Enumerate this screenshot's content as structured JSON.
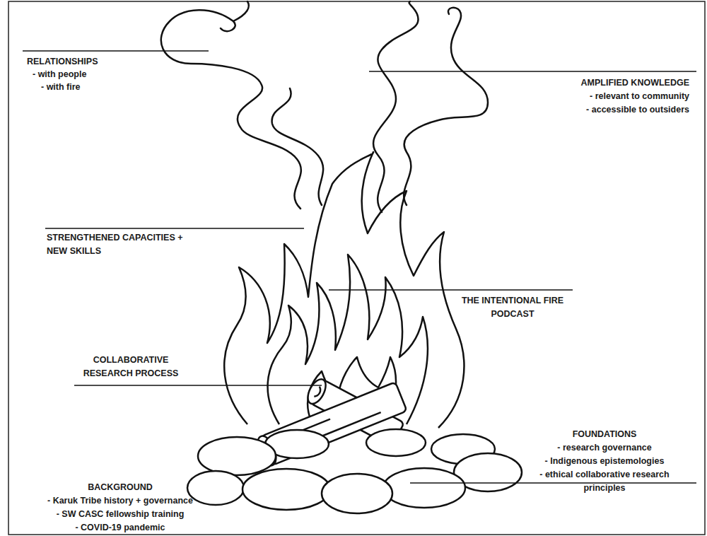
{
  "diagram": {
    "labels": [
      "RELATIONSHIPS",
      "- with people",
      "- with fire",
      "AMPLIFIED KNOWLEDGE",
      "- relevant to community",
      "- accessible to outsiders",
      "STRENGTHENED CAPACITIES + NEW SKILLS",
      "THE INTENTIONAL FIRE PODCAST",
      "COLLABORATIVE RESEARCH PROCESS",
      "FOUNDATIONS",
      "- research governance",
      "- Indigenous epistemologies",
      "- ethical collaborative research principles",
      "BACKGROUND",
      "- Karuk Tribe history + governance",
      "- SW CASC fellowship training",
      "- COVID-19 pandemic"
    ]
  }
}
